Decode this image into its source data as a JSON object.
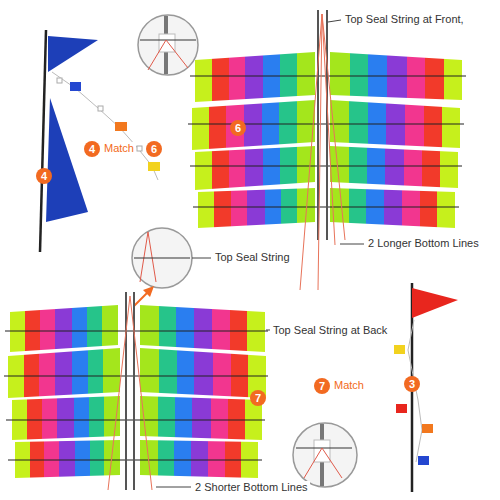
{
  "diagram": {
    "labels": [
      "Top Seal String at Front,",
      "6",
      "4",
      "4",
      "Match",
      "6",
      "2 Longer Bottom Lines",
      "Top Seal String",
      "Top Seal String at Back",
      "7",
      "Match",
      "3",
      "7",
      "2 Shorter Bottom Lines"
    ]
  }
}
